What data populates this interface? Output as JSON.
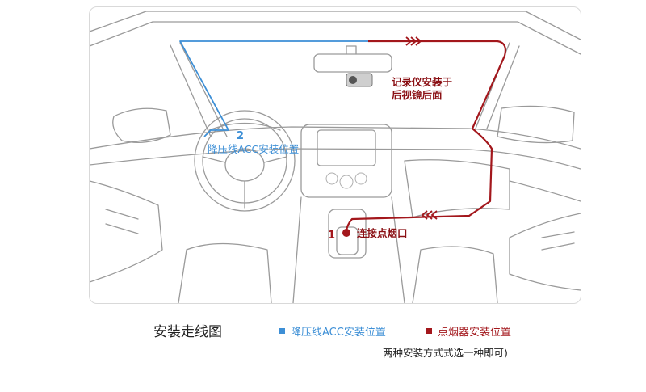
{
  "diagram": {
    "label_dvr": [
      "记录仪安装于",
      "后视镜后面"
    ],
    "label_acc": "降压线ACC安装位置",
    "label_cigarette": "连接点烟口",
    "marker_1": "1",
    "marker_2": "2"
  },
  "footer": {
    "caption": "安装走线图",
    "legend_acc": "降压线ACC安装位置",
    "legend_cigarette": "点烟器安装位置",
    "note": "两种安装方式式选一种即可)"
  },
  "colors": {
    "red_wire": "#a3171c",
    "blue_wire": "#3d8fd6",
    "outline": "#9a9a9a"
  }
}
